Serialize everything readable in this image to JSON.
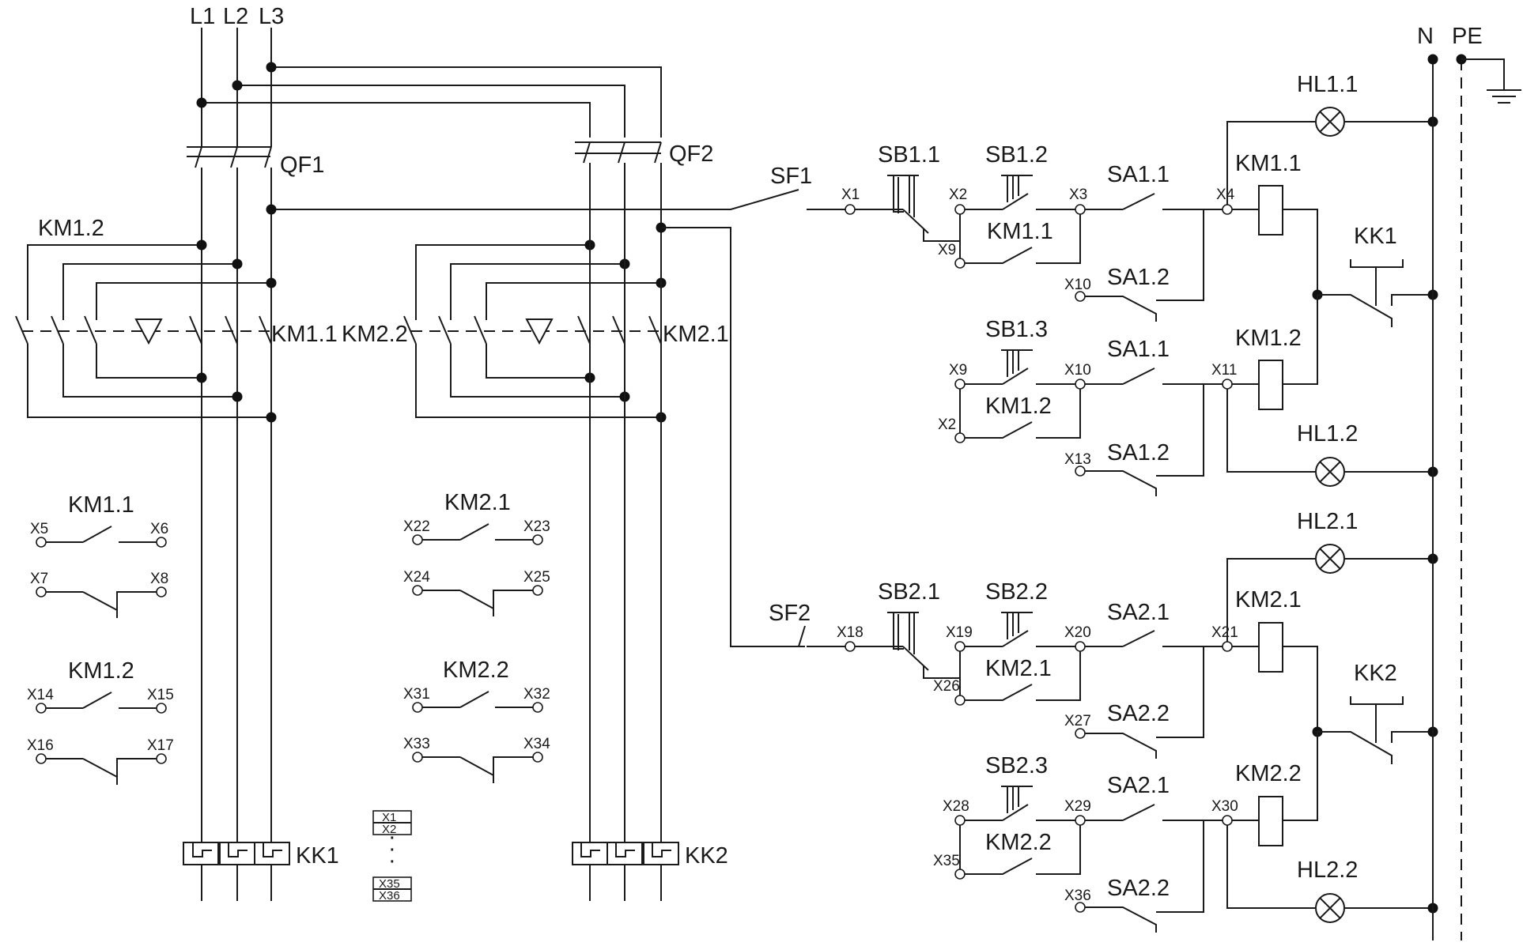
{
  "power": {
    "phases": [
      "L1",
      "L2",
      "L3"
    ],
    "neutral": "N",
    "earth": "PE",
    "breaker1": "QF1",
    "breaker2": "QF2",
    "fuse1": "SF1",
    "fuse2": "SF2",
    "overload1": "KK1",
    "overload2": "KK2"
  },
  "contactors": {
    "km11": "KM1.1",
    "km12": "KM1.2",
    "km21": "KM2.1",
    "km22": "KM2.2",
    "kk1": "KK1",
    "kk2": "KK2"
  },
  "pushbuttons": {
    "sb11": "SB1.1",
    "sb12": "SB1.2",
    "sb13": "SB1.3",
    "sb21": "SB2.1",
    "sb22": "SB2.2",
    "sb23": "SB2.3"
  },
  "switches": {
    "sa11": "SA1.1",
    "sa12": "SA1.2",
    "sa21": "SA2.1",
    "sa22": "SA2.2"
  },
  "lamps": {
    "hl11": "HL1.1",
    "hl12": "HL1.2",
    "hl21": "HL2.1",
    "hl22": "HL2.2"
  },
  "terminals": {
    "x1": "X1",
    "x2": "X2",
    "x3": "X3",
    "x4": "X4",
    "x5": "X5",
    "x6": "X6",
    "x7": "X7",
    "x8": "X8",
    "x9": "X9",
    "x10": "X10",
    "x11": "X11",
    "x13": "X13",
    "x14": "X14",
    "x15": "X15",
    "x16": "X16",
    "x17": "X17",
    "x18": "X18",
    "x19": "X19",
    "x20": "X20",
    "x21": "X21",
    "x22": "X22",
    "x23": "X23",
    "x24": "X24",
    "x25": "X25",
    "x26": "X26",
    "x27": "X27",
    "x28": "X28",
    "x29": "X29",
    "x30": "X30",
    "x31": "X31",
    "x32": "X32",
    "x33": "X33",
    "x34": "X34",
    "x35": "X35",
    "x36": "X36"
  },
  "terminal_block": {
    "top1": "X1",
    "top2": "X2",
    "ellipsis": "·",
    "bottom1": "X35",
    "bottom2": "X36"
  }
}
